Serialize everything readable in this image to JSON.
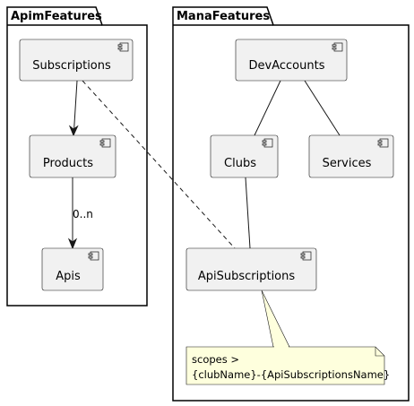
{
  "packages": {
    "apim": {
      "title": "ApimFeatures"
    },
    "mana": {
      "title": "ManaFeatures"
    }
  },
  "components": {
    "subscriptions": "Subscriptions",
    "products": "Products",
    "apis": "Apis",
    "devaccounts": "DevAccounts",
    "clubs": "Clubs",
    "services": "Services",
    "apisubscriptions": "ApiSubscriptions"
  },
  "edges": {
    "products_apis_label": "0..n"
  },
  "note": {
    "line1": "scopes >",
    "line2": "{clubName}-{ApiSubscriptionsName}"
  },
  "colors": {
    "component_fill": "#F1F1F1",
    "component_stroke": "#181818",
    "note_fill": "#FEFFDD",
    "note_stroke": "#181818",
    "package_fill": "#FFFFFF"
  }
}
